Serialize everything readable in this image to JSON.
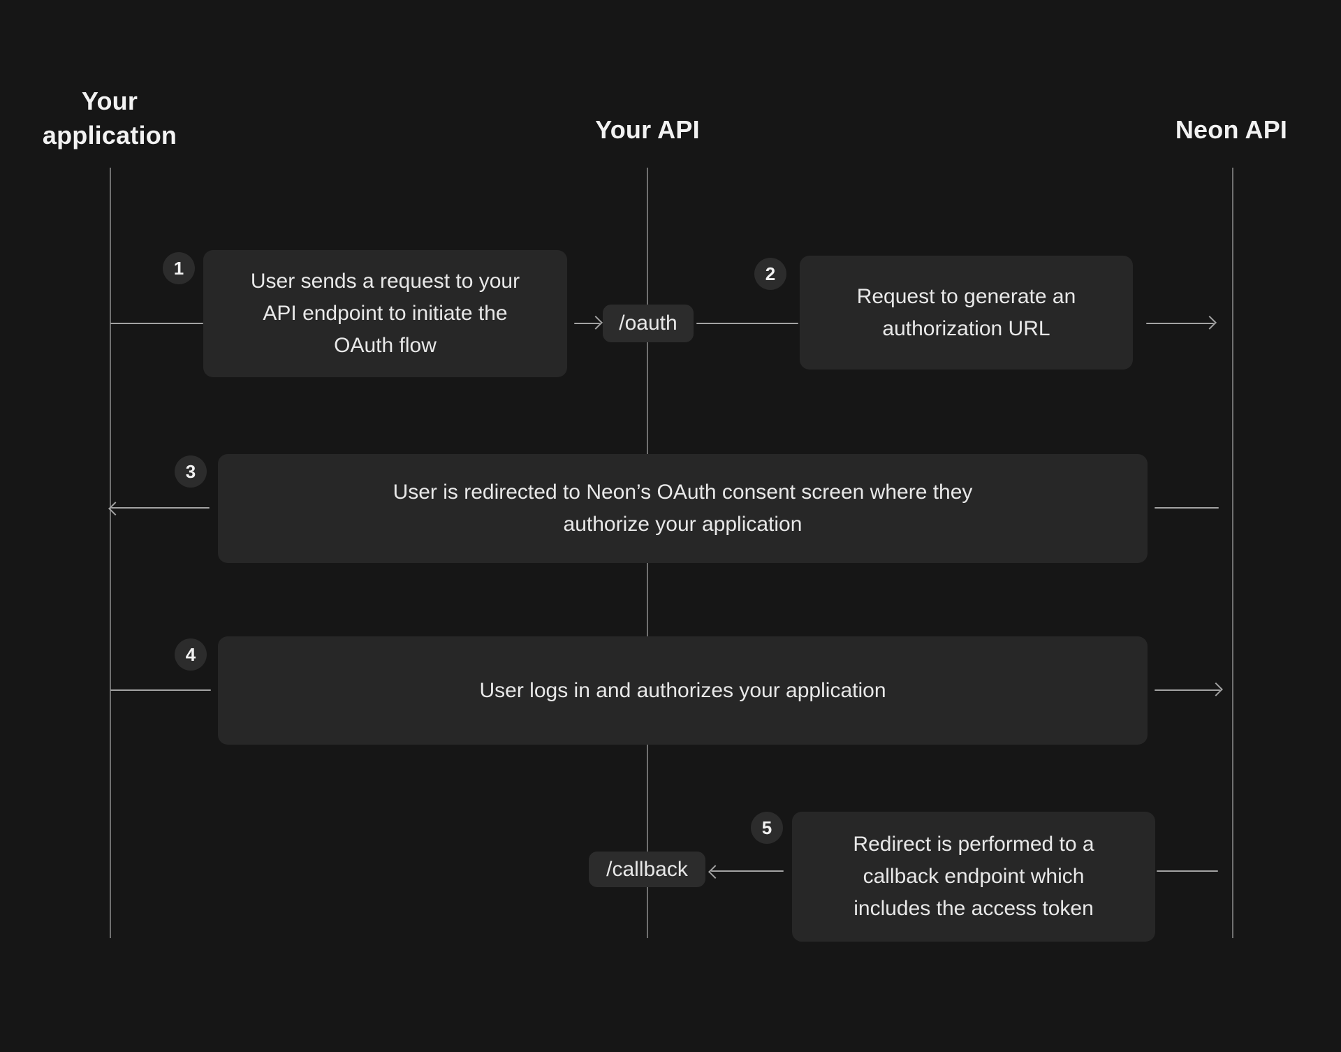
{
  "colors": {
    "background": "#161616",
    "surface": "#272727",
    "surface_raised": "#2c2c2c",
    "line": "#a3a3a3",
    "lifeline": "#8f8f8f",
    "text": "#e8e8e8",
    "heading": "#f2f2f2"
  },
  "actors": [
    {
      "label": "Your application"
    },
    {
      "label": "Your API"
    },
    {
      "label": "Neon API"
    }
  ],
  "endpoints": [
    {
      "label": "/oauth"
    },
    {
      "label": "/callback"
    }
  ],
  "steps": [
    {
      "number": "1",
      "text": "User sends a request to your API endpoint to initiate the OAuth flow"
    },
    {
      "number": "2",
      "text": "Request to generate an authorization URL"
    },
    {
      "number": "3",
      "text": "User is redirected to Neon’s OAuth consent screen where they authorize your application"
    },
    {
      "number": "4",
      "text": "User logs in and authorizes your application"
    },
    {
      "number": "5",
      "text": "Redirect is performed to a callback endpoint which includes the access token"
    }
  ]
}
